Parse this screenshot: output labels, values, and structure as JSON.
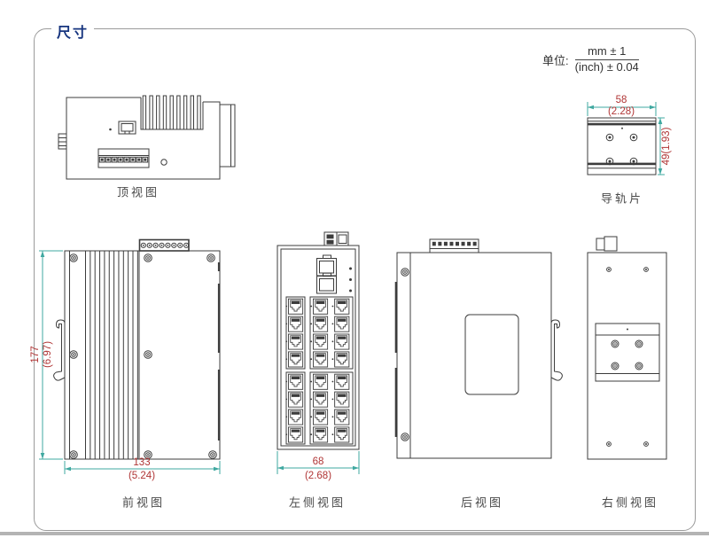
{
  "header": {
    "legend": "尺寸"
  },
  "units": {
    "label": "单位:",
    "numerator": "mm ± 1",
    "denominator": "(inch) ± 0.04"
  },
  "views": {
    "top": {
      "label": "顶视图"
    },
    "rail": {
      "label": "导轨片",
      "dim_width_mm": "58",
      "dim_width_inch": "(2.28)",
      "dim_height": "49(1.93)"
    },
    "front": {
      "label": "前视图",
      "dim_height_mm": "177",
      "dim_height_inch": "(6.97)",
      "dim_width_mm": "133",
      "dim_width_inch": "(5.24)"
    },
    "left": {
      "label": "左侧视图",
      "dim_width_mm": "68",
      "dim_width_inch": "(2.68)"
    },
    "back": {
      "label": "后视图"
    },
    "right": {
      "label": "右侧视图"
    }
  },
  "colors": {
    "blue": "#17357f",
    "red": "#b03535",
    "teal": "#3fa8a0",
    "line": "#3c3c3c",
    "border": "#9b9b9b"
  }
}
